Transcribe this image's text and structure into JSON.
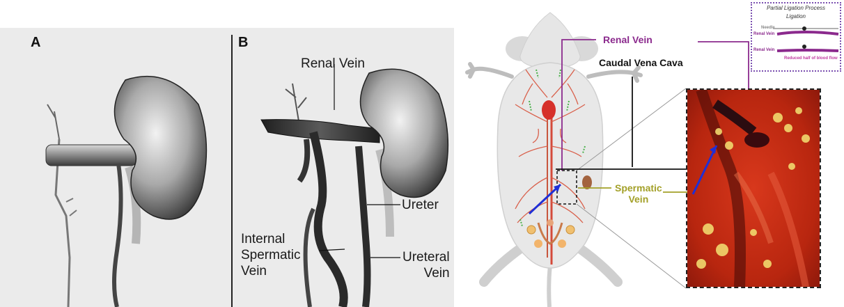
{
  "panel_a": {
    "letter": "A"
  },
  "panel_b": {
    "letter": "B",
    "labels": {
      "renal_vein": "Renal Vein",
      "ureter": "Ureter",
      "internal_spermatic_vein_1": "Internal",
      "internal_spermatic_vein_2": "Spermatic",
      "internal_spermatic_vein_3": "Vein",
      "ureteral_vein_1": "Ureteral",
      "ureteral_vein_2": "Vein"
    }
  },
  "mouse_diagram": {
    "renal_vein": "Renal Vein",
    "caudal_vena_cava": "Caudal Vena Cava",
    "spermatic_vein_1": "Spermatic",
    "spermatic_vein_2": "Vein",
    "colors": {
      "renal": "#8b2a8d",
      "spermatic": "#a3a028",
      "arrow": "#1f2fd6"
    }
  },
  "ligation_box": {
    "title": "Partial Ligation Process",
    "ligation": "Ligation",
    "needle": "Needle",
    "renal_vein_top": "Renal Vein",
    "renal_vein_bottom": "Renal Vein",
    "reduced_flow": "Reduced half of blood flow"
  }
}
